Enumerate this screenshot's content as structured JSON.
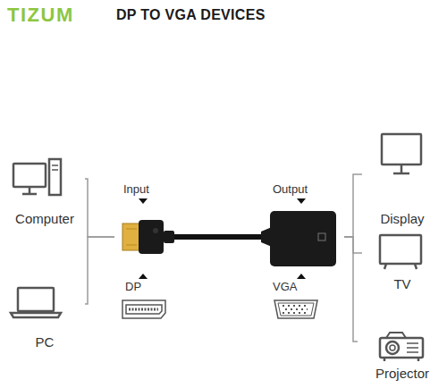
{
  "diagram": {
    "title": "DP TO VGA DEVICES",
    "nodes": [
      {
        "text": [
          "Computer"
        ]
      },
      {
        "text": [
          "PC"
        ]
      },
      {
        "text": [
          "Input",
          "DP",
          "Output",
          "VGA"
        ]
      },
      {
        "text": [
          "Display"
        ]
      },
      {
        "text": [
          "TV"
        ]
      },
      {
        "text": [
          "Projector"
        ]
      }
    ],
    "edges": [
      {
        "from": 0,
        "to": 2,
        "arrow": "none"
      },
      {
        "from": 1,
        "to": 2,
        "arrow": "none"
      },
      {
        "from": 2,
        "to": 3,
        "arrow": "none"
      },
      {
        "from": 2,
        "to": 4,
        "arrow": "none"
      },
      {
        "from": 2,
        "to": 5,
        "arrow": "none"
      }
    ],
    "labels": [
      "TIZUM"
    ]
  }
}
